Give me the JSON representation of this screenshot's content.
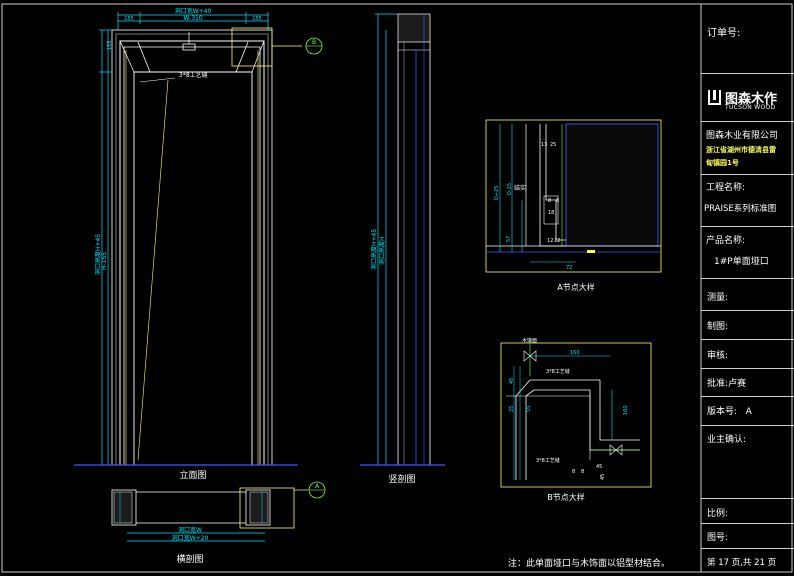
{
  "drawing": {
    "elevation_label": "立面图",
    "section_label": "竖剖图",
    "plan_label": "横剖图",
    "detail_a_label": "A节点大样",
    "detail_b_label": "B节点大样",
    "note": "注：此单面垭口与木饰面以铝型材结合。",
    "gap_label_1": "3*8工艺缝",
    "gap_label_2": "3*8工艺缝",
    "gap_label_3": "3*8工艺缝",
    "callout_b": "B",
    "callout_a": "A",
    "dim_top_total": "洞口宽W+40",
    "dim_top_inner": "W-310",
    "dim_top_left": "155",
    "dim_top_right": "155",
    "dim_left_height": "洞口高度H+45",
    "dim_left_inner": "H-155",
    "dim_left_top": "155",
    "dim_section_height": "洞口高度H+45",
    "dim_section_inner": "洞口高度H",
    "dim_plan_total": "洞口宽W+20",
    "dim_plan_inner": "洞口宽W",
    "detail_a_dims": [
      "13",
      "25",
      "D-25",
      "8",
      "8",
      "18",
      "57",
      "12",
      "12",
      "72",
      "D+25"
    ],
    "detail_a_label_jietou": "结实",
    "detail_b_dims": [
      "160",
      "45",
      "25",
      "160",
      "45",
      "45",
      "55",
      "8",
      "8"
    ],
    "detail_b_label_top": "木饰面"
  },
  "title_block": {
    "order_no": "订单号:",
    "brand_cn": "图森木作",
    "brand_en": "TUCSON WOOD",
    "company": "图森木业有限公司",
    "address_1": "浙江省湖州市德清县雷",
    "address_2": "甸镇园1号",
    "project_label": "工程名称:",
    "project_value": "PRAISE系列标准图",
    "product_label": "产品名称:",
    "product_value": "1#P单面垭口",
    "measure": "测量:",
    "draw": "制图:",
    "review": "审核:",
    "approve": "批准:卢赛",
    "version": "版本号:   A",
    "owner_confirm": "业主确认:",
    "scale": "比例:",
    "drawing_no": "图号:",
    "page": "第 17 页,共 21 页"
  },
  "colors": {
    "frame_white": "#ffffff",
    "dim_cyan": "#00e5ff",
    "detail_yellow": "#ffff55",
    "blue_line": "#3a5bff",
    "green_line": "#7cff4a",
    "magenta": "#ff3cff",
    "red": "#ff3030"
  }
}
